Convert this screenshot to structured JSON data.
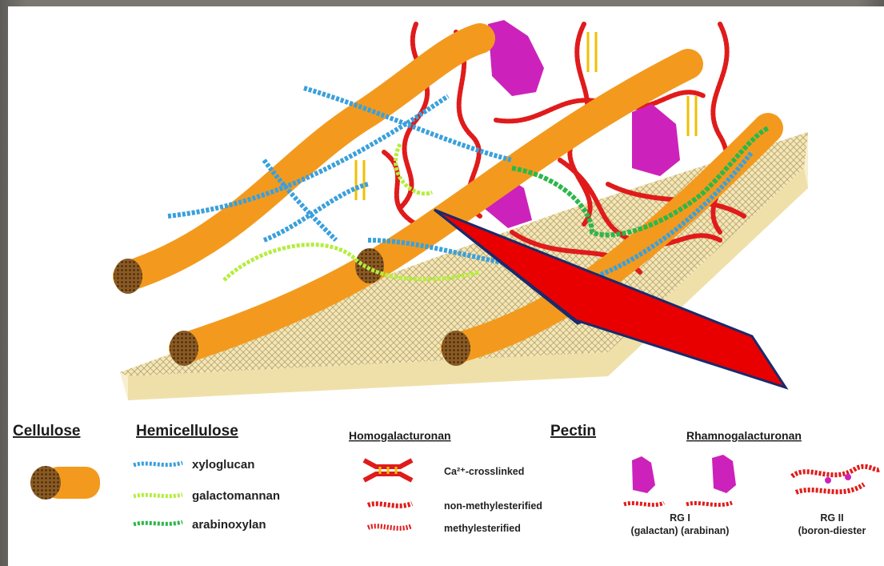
{
  "legend": {
    "cellulose": {
      "title": "Cellulose"
    },
    "hemicellulose": {
      "title": "Hemicellulose",
      "items": [
        "xyloglucan",
        "galactomannan",
        "arabinoxylan"
      ]
    },
    "homogalacturonan": {
      "title": "Homogalacturonan",
      "items": [
        "Ca²⁺-crosslinked",
        "non-methylesterified",
        "methylesterified"
      ]
    },
    "pectin": {
      "title": "Pectin"
    },
    "rhamnogalacturonan": {
      "title": "Rhamnogalacturonan",
      "rg1": {
        "label": "RG I",
        "sub": "(galactan) (arabinan)"
      },
      "rg2": {
        "label": "RG II",
        "sub": "(boron-diester"
      }
    }
  },
  "colors": {
    "cellulose": "#f39a1e",
    "cellulose_end": "#8a5a22",
    "xyloglucan": "#3aa0dc",
    "galactomannan": "#b4ee3c",
    "arabinoxylan": "#2bb84a",
    "pectin": "#e01b1b",
    "rg": "#cc22bb",
    "plate": "#f3e6b8",
    "arrow": "#e80000",
    "arrow_outline": "#1a2a6c"
  },
  "icons": [
    "cellulose-fibril-icon",
    "xyloglucan-chain-icon",
    "galactomannan-chain-icon",
    "arabinoxylan-chain-icon",
    "ca-crosslink-icon",
    "non-methylesterified-icon",
    "methylesterified-icon",
    "rg1-galactan-icon",
    "rg1-arabinan-icon",
    "rg2-icon",
    "pointer-arrow-icon"
  ]
}
